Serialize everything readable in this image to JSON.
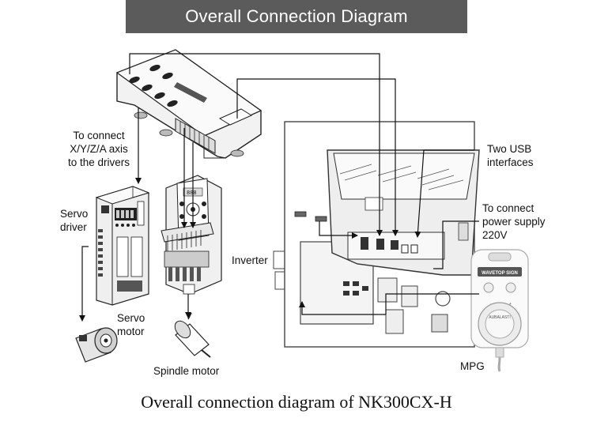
{
  "header": {
    "title": "Overall Connection Diagram"
  },
  "labels": {
    "connect_axis": [
      "To connect",
      "X/Y/Z/A axis",
      "to the drivers"
    ],
    "servo_driver": [
      "Servo",
      "driver"
    ],
    "servo_motor": [
      "Servo",
      "motor"
    ],
    "inverter": "Inverter",
    "spindle_motor": "Spindle motor",
    "usb": [
      "Two USB",
      "interfaces"
    ],
    "power": [
      "To connect",
      "power supply",
      "220V"
    ],
    "mpg": "MPG"
  },
  "device_text": {
    "mpg_brand": "WAVETOP SIGN",
    "mpg_dial": "AUBALASTI",
    "mpg_minus": "-",
    "mpg_plus": "+"
  },
  "caption": "Overall connection diagram of NK300CX-H"
}
